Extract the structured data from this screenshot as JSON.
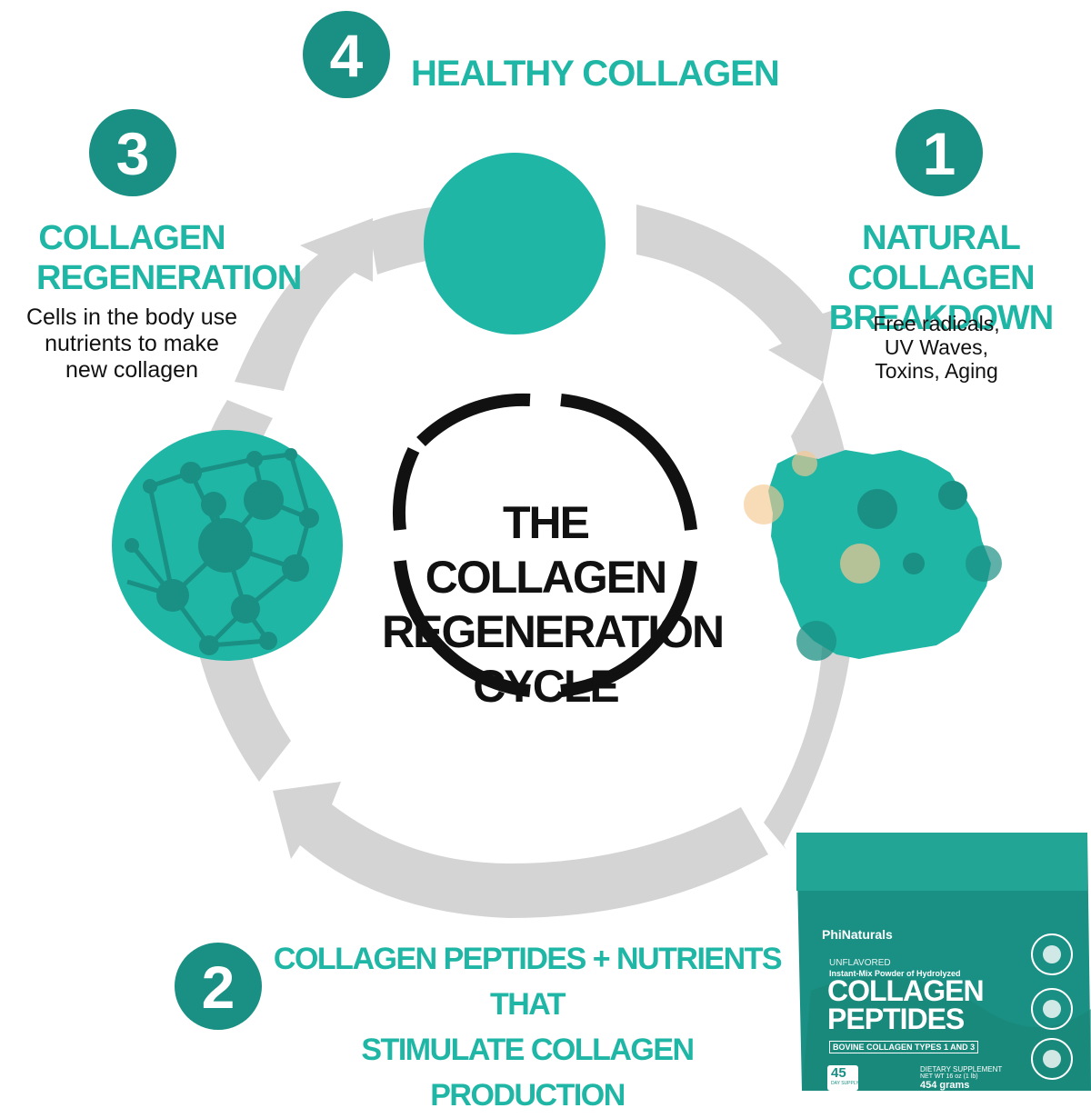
{
  "colors": {
    "teal": "#1fb6a6",
    "teal_dark": "#1a8f83",
    "arrow_gray": "#d4d4d4",
    "ring_black": "#111111"
  },
  "center": {
    "lines": [
      "THE COLLAGEN",
      "REGENERATION",
      "CYCLE"
    ]
  },
  "steps": {
    "s4": {
      "number": "4",
      "title": "HEALTHY COLLAGEN"
    },
    "s1": {
      "number": "1",
      "title_lines": [
        "NATURAL COLLAGEN",
        "BREAKDOWN"
      ],
      "desc_lines": [
        "Free radicals,",
        "UV Waves,",
        "Toxins, Aging"
      ]
    },
    "s3": {
      "number": "3",
      "title_lines": [
        "COLLAGEN",
        "REGENERATION"
      ],
      "desc_lines": [
        "Cells in the body use",
        "nutrients to make",
        "new collagen"
      ]
    },
    "s2": {
      "number": "2",
      "title_lines": [
        "COLLAGEN PEPTIDES + NUTRIENTS THAT",
        "STIMULATE COLLAGEN PRODUCTION"
      ]
    }
  },
  "icons": [
    "healthy-collagen-circle-icon",
    "damaged-collagen-blob-icon",
    "collagen-network-icon",
    "cycle-arrow-icon"
  ],
  "product": {
    "brand": "PhiNaturals",
    "flavor": "UNFLAVORED",
    "subtitle": "Instant-Mix Powder of Hydrolyzed",
    "name_lines": [
      "COLLAGEN",
      "PEPTIDES"
    ],
    "types": "BOVINE COLLAGEN TYPES 1 AND 3",
    "supply_number": "45",
    "supply_label": "DAY SUPPLY",
    "category": "DIETARY SUPPLEMENT",
    "weight": "NET WT 16 oz (1 lb)",
    "grams": "454 grams"
  }
}
